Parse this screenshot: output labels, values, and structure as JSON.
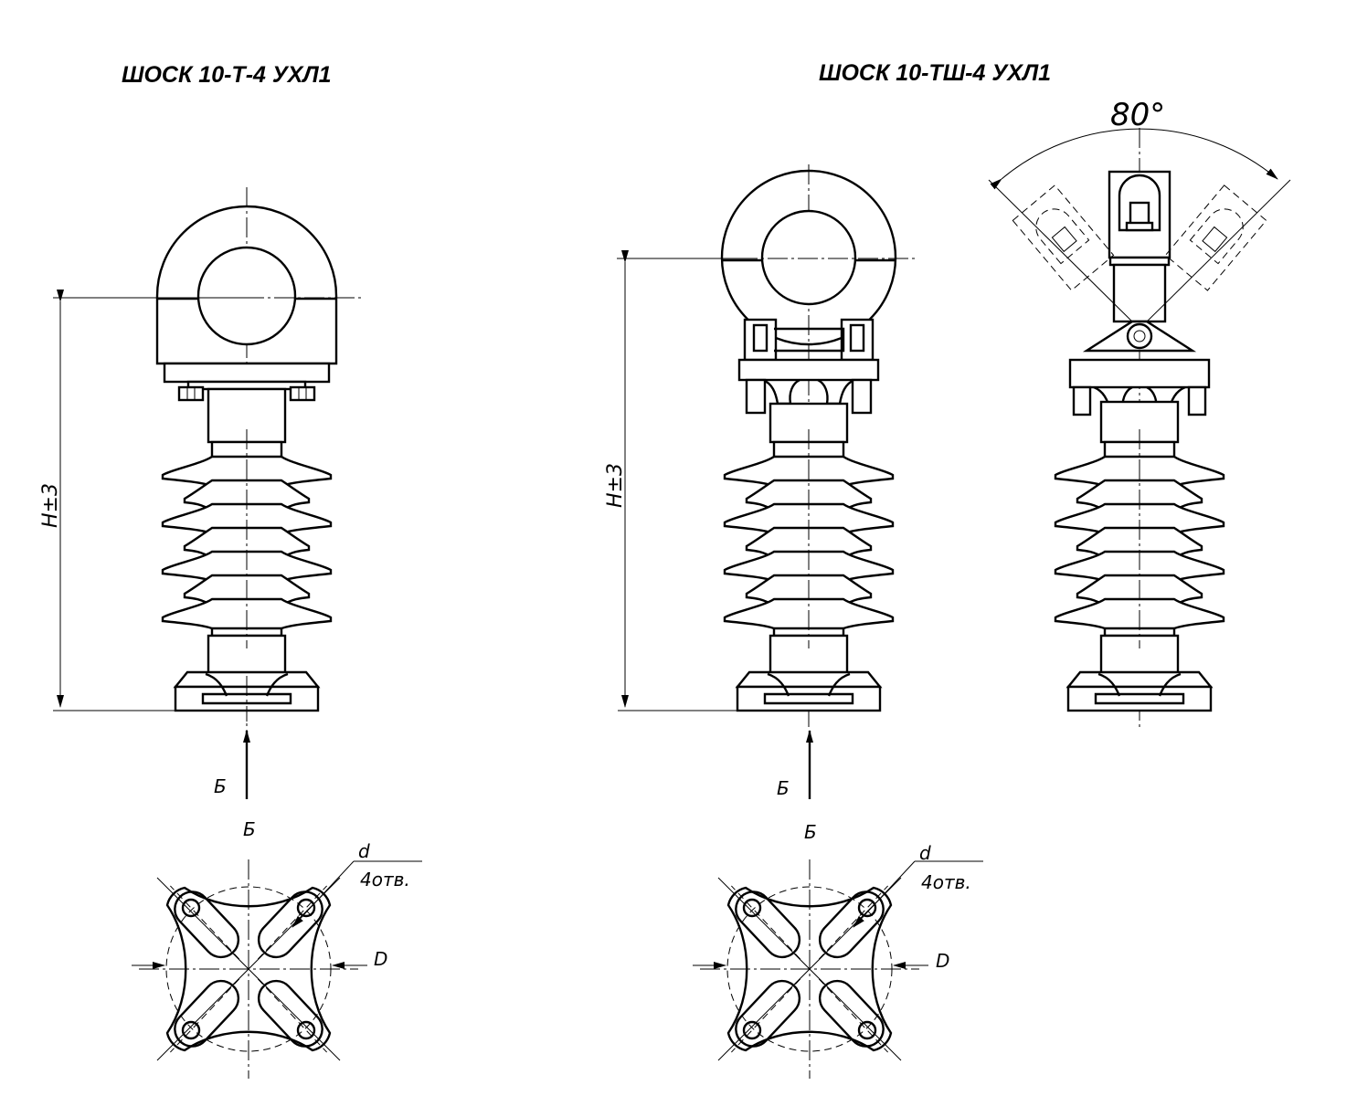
{
  "views": {
    "left_title": "ШОСК 10-Т-4 УХЛ1",
    "right_title": "ШОСК 10-ТШ-4 УХЛ1"
  },
  "dimensions": {
    "height_left": "H±3",
    "height_right": "H±3",
    "angle": "80°",
    "outer_diameter": "D",
    "hole_diameter": "d",
    "hole_count": "4отв."
  },
  "section_marks": {
    "arrow_label": "Б",
    "view_label": "Б"
  }
}
